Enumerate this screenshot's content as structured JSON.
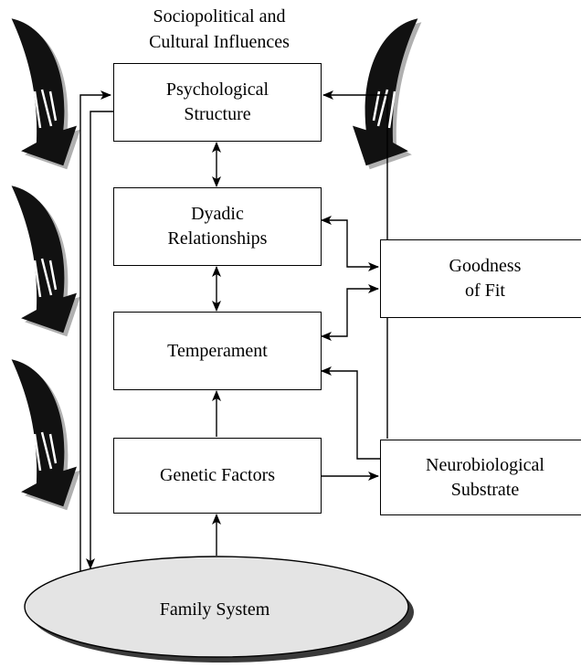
{
  "title": {
    "line1": "Sociopolitical and",
    "line2": "Cultural Influences"
  },
  "boxes": {
    "psychological_structure": {
      "line1": "Psychological",
      "line2": "Structure"
    },
    "dyadic_relationships": {
      "line1": "Dyadic",
      "line2": "Relationships"
    },
    "temperament": {
      "line1": "Temperament"
    },
    "genetic_factors": {
      "line1": "Genetic Factors"
    },
    "goodness_of_fit": {
      "line1": "Goodness",
      "line2": "of Fit"
    },
    "neurobiological_substrate": {
      "line1": "Neurobiological",
      "line2": "Substrate"
    }
  },
  "family_system": {
    "label": "Family System"
  },
  "colors": {
    "stroke": "#000000",
    "ellipse_fill": "#e4e4e4",
    "shadow": "#b0b0b0",
    "influence_arrow": "#111111"
  },
  "icons": [
    "sociopolitical-influence-arrow-icon"
  ]
}
